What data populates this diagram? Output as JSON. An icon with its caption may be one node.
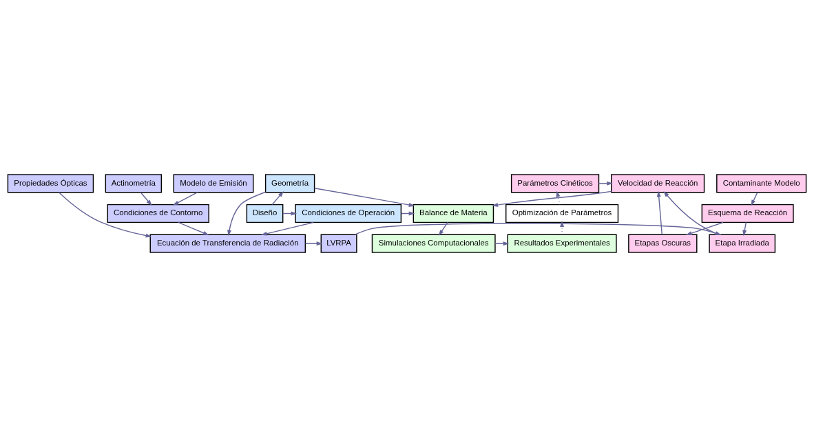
{
  "diagram": {
    "nodes": [
      {
        "text": [
          "Actinometría"
        ]
      },
      {
        "text": [
          "Modelo de Emisión"
        ]
      },
      {
        "text": [
          "Condiciones de Contorno"
        ]
      },
      {
        "text": [
          "Ecuación de Transferencia de Radiación"
        ]
      },
      {
        "text": [
          "Propiedades Ópticas"
        ]
      },
      {
        "text": [
          "LVRPA"
        ]
      },
      {
        "text": [
          "Esquema de Reacción"
        ]
      },
      {
        "text": [
          "Contaminante Modelo"
        ]
      },
      {
        "text": [
          "Etapa Irradiada"
        ]
      },
      {
        "text": [
          "Etapas Oscuras"
        ]
      },
      {
        "text": [
          "Geometría"
        ]
      },
      {
        "text": [
          "Condiciones de Operación"
        ]
      },
      {
        "text": [
          "Velocidad de Reacción"
        ]
      },
      {
        "text": [
          "Parámetros Cinéticos"
        ]
      },
      {
        "text": [
          "Balance de Materia"
        ]
      },
      {
        "text": [
          "Diseño"
        ]
      },
      {
        "text": [
          "Optimización de Parámetros"
        ]
      },
      {
        "text": [
          "Simulaciones Computacionales"
        ]
      },
      {
        "text": [
          "Resultados Experimentales"
        ]
      }
    ],
    "edges": [
      {
        "from": 0,
        "to": 2,
        "arrow": "to"
      },
      {
        "from": 1,
        "to": 2,
        "arrow": "to"
      },
      {
        "from": 2,
        "to": 3,
        "arrow": "to"
      },
      {
        "from": 4,
        "to": 3,
        "arrow": "to"
      },
      {
        "from": 10,
        "to": 3,
        "arrow": "to"
      },
      {
        "from": 11,
        "to": 3,
        "arrow": "to"
      },
      {
        "from": 3,
        "to": 5,
        "arrow": "to"
      },
      {
        "from": 5,
        "to": 8,
        "arrow": "to"
      },
      {
        "from": 7,
        "to": 6,
        "arrow": "to"
      },
      {
        "from": 6,
        "to": 8,
        "arrow": "to"
      },
      {
        "from": 6,
        "to": 9,
        "arrow": "to"
      },
      {
        "from": 8,
        "to": 12,
        "arrow": "to"
      },
      {
        "from": 9,
        "to": 12,
        "arrow": "to"
      },
      {
        "from": 13,
        "to": 12,
        "arrow": "to"
      },
      {
        "from": 12,
        "to": 14,
        "arrow": "to"
      },
      {
        "from": 10,
        "to": 14,
        "arrow": "to"
      },
      {
        "from": 11,
        "to": 14,
        "arrow": "to"
      },
      {
        "from": 15,
        "to": 10,
        "arrow": "to"
      },
      {
        "from": 15,
        "to": 11,
        "arrow": "to"
      },
      {
        "from": 14,
        "to": 17,
        "arrow": "to"
      },
      {
        "from": 17,
        "to": 18,
        "arrow": "to"
      },
      {
        "from": 18,
        "to": 16,
        "arrow": "to",
        "style": "dashed"
      },
      {
        "from": 16,
        "to": 13,
        "arrow": "to",
        "style": "dashed"
      }
    ]
  }
}
